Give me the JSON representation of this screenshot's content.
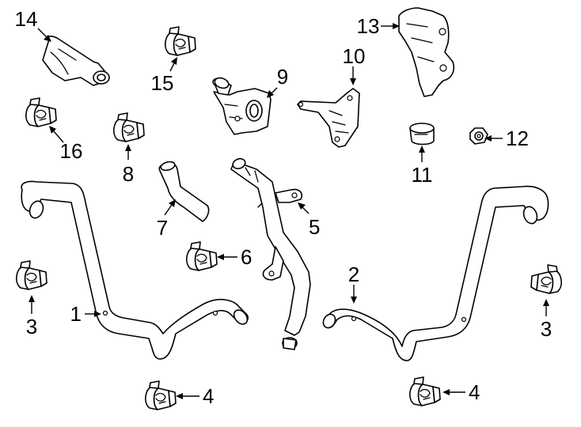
{
  "diagram": {
    "callouts": {
      "c1": "1",
      "c2": "2",
      "c3a": "3",
      "c3b": "3",
      "c4a": "4",
      "c4b": "4",
      "c5": "5",
      "c6": "6",
      "c7": "7",
      "c8": "8",
      "c9": "9",
      "c10": "10",
      "c11": "11",
      "c12": "12",
      "c13": "13",
      "c14": "14",
      "c15": "15",
      "c16": "16"
    }
  }
}
